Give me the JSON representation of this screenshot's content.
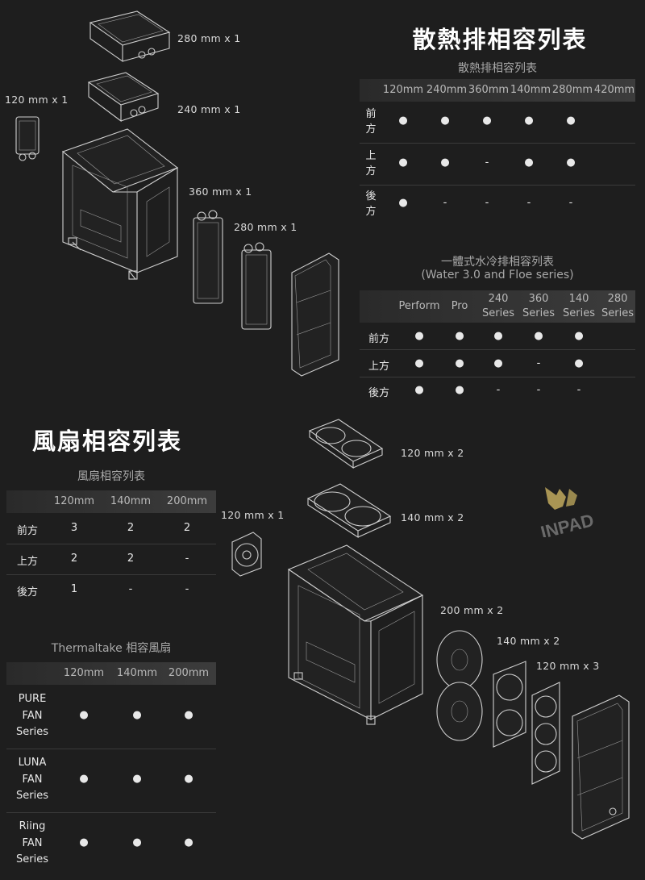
{
  "radiator": {
    "title": "散熱排相容列表",
    "subtitle": "散熱排相容列表",
    "headers": [
      "120mm",
      "240mm",
      "360mm",
      "140mm",
      "280mm",
      "420mm"
    ],
    "rows": [
      {
        "label": "前\n方",
        "cells": [
          "●",
          "●",
          "●",
          "●",
          "●",
          ""
        ]
      },
      {
        "label": "上\n方",
        "cells": [
          "●",
          "●",
          "-",
          "●",
          "●",
          ""
        ]
      },
      {
        "label": "後\n方",
        "cells": [
          "●",
          "-",
          "-",
          "-",
          "-",
          ""
        ]
      }
    ],
    "labels": [
      "280 mm x 1",
      "240 mm x 1",
      "120 mm x 1",
      "360 mm x 1",
      "280 mm x 1"
    ]
  },
  "aio": {
    "subtitle_line1": "一體式水冷排相容列表",
    "subtitle_line2": "(Water 3.0 and Floe series)",
    "headers": [
      "Perform",
      "Pro",
      "240\nSeries",
      "360\nSeries",
      "140\nSeries",
      "280\nSeries"
    ],
    "rows": [
      {
        "label": "前方",
        "cells": [
          "●",
          "●",
          "●",
          "●",
          "●",
          ""
        ]
      },
      {
        "label": "上方",
        "cells": [
          "●",
          "●",
          "●",
          "-",
          "●",
          ""
        ]
      },
      {
        "label": "後方",
        "cells": [
          "●",
          "●",
          "-",
          "-",
          "-",
          ""
        ]
      }
    ]
  },
  "fan": {
    "title": "風扇相容列表",
    "subtitle": "風扇相容列表",
    "headers": [
      "120mm",
      "140mm",
      "200mm"
    ],
    "rows": [
      {
        "label": "前方",
        "cells": [
          "3",
          "2",
          "2"
        ]
      },
      {
        "label": "上方",
        "cells": [
          "2",
          "2",
          "-"
        ]
      },
      {
        "label": "後方",
        "cells": [
          "1",
          "-",
          "-"
        ]
      }
    ],
    "labels": [
      "120 mm x 2",
      "140 mm x 2",
      "120 mm x 1",
      "200 mm x 2",
      "140 mm x 2",
      "120 mm x 3"
    ]
  },
  "tt_fan": {
    "subtitle": "Thermaltake 相容風扇",
    "headers": [
      "120mm",
      "140mm",
      "200mm"
    ],
    "rows": [
      {
        "label": "PURE\nFAN\nSeries",
        "cells": [
          "●",
          "●",
          "●"
        ]
      },
      {
        "label": "LUNA\nFAN\nSeries",
        "cells": [
          "●",
          "●",
          "●"
        ]
      },
      {
        "label": "Riing\nFAN\nSeries",
        "cells": [
          "●",
          "●",
          "●"
        ]
      }
    ]
  },
  "logo": {
    "text": "INPAD",
    "color": "#b8a25a"
  }
}
